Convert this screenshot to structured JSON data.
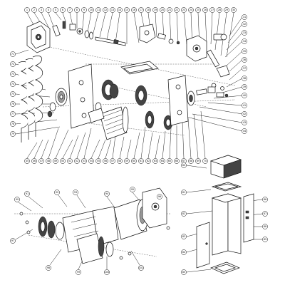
{
  "top_exploded_view": {
    "callouts_top_row": [
      "1",
      "2",
      "3",
      "4",
      "5",
      "6",
      "7",
      "8",
      "9",
      "10",
      "11",
      "12",
      "13",
      "14",
      "15",
      "16",
      "17",
      "18",
      "19",
      "20",
      "21",
      "22",
      "23",
      "24",
      "25",
      "26",
      "27",
      "28",
      "29",
      "30"
    ],
    "callouts_right_column": [
      "31",
      "32",
      "33",
      "34",
      "35",
      "36",
      "37",
      "38",
      "39",
      "40",
      "41",
      "42",
      "43",
      "44"
    ],
    "callouts_bottom_row": [
      "45",
      "46",
      "47",
      "48",
      "49",
      "50",
      "51",
      "52",
      "53",
      "54",
      "55",
      "56",
      "57",
      "58",
      "59",
      "60",
      "61",
      "62",
      "63",
      "64",
      "65",
      "66",
      "67",
      "68",
      "69",
      "70"
    ],
    "callouts_left_column": [
      "71",
      "72",
      "73",
      "74",
      "75",
      "76",
      "77",
      "78",
      "79"
    ]
  },
  "cabinet_view": {
    "callouts": [
      "80",
      "81",
      "82",
      "83",
      "84",
      "85",
      "86",
      "87",
      "88",
      "89"
    ]
  },
  "assembled_view": {
    "callouts": [
      "90",
      "91",
      "92",
      "93",
      "94",
      "95",
      "96",
      "97",
      "98",
      "99",
      "100",
      "101"
    ]
  }
}
